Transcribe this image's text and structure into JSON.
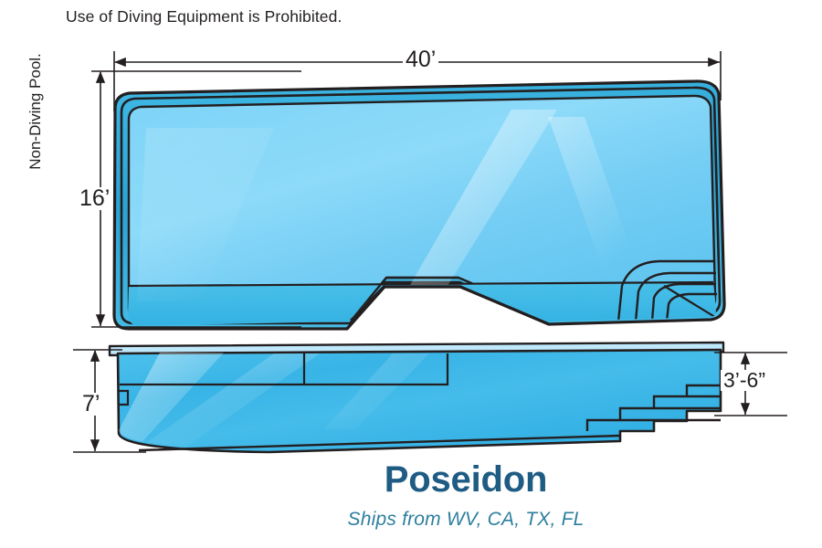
{
  "document": {
    "kind": "pool-specification-diagram",
    "notice": "Use of Diving Equipment is Prohibited.",
    "orientation_label": "Non-Diving Pool."
  },
  "dimensions": {
    "width_top": "40’",
    "height_left": "16’",
    "depth_deep_end": "7’",
    "depth_shallow_end": "3’-6”"
  },
  "branding": {
    "model_name": "Poseidon",
    "ships_from": "Ships from WV, CA, TX, FL"
  },
  "colors": {
    "water_light": "#8ed8f8",
    "water_mid": "#5cc8f0",
    "water_deep": "#35b6e8",
    "rim_dark": "#2ba3d4",
    "outline": "#231f20",
    "title": "#1f5c84",
    "subtitle": "#2e7f9e",
    "text": "#231f20",
    "page_background": "#ffffff"
  },
  "views": {
    "plan": {
      "name": "top-plan-view",
      "features": [
        "rounded-rim",
        "chamfered-corner",
        "center-notch",
        "curved-corner-steps",
        "shallow-ledge"
      ]
    },
    "section": {
      "name": "side-section-view",
      "features": [
        "deep-end-left",
        "sloped-floor",
        "step-stack-right",
        "coping-lip"
      ]
    }
  }
}
